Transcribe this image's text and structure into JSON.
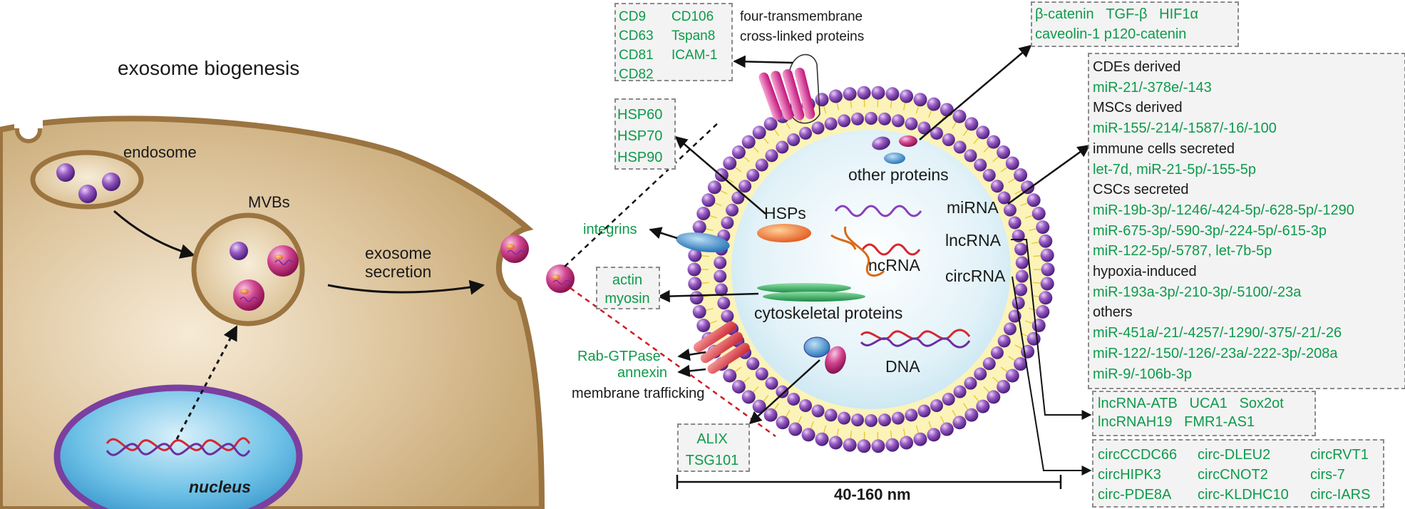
{
  "colors": {
    "accent_green": "#0e9a4b",
    "cell": "#c9a878",
    "membrane_blue": "#3a2a8c",
    "nucleus": "#4aa8d8",
    "nucleus_ring": "#7b3fa0"
  },
  "left": {
    "title": "exosome biogenesis",
    "endosome": "endosome",
    "mvbs": "MVBs",
    "secretion": "exosome\nsecretion",
    "nucleus": "nucleus"
  },
  "tetraspanins": {
    "col1": [
      "CD9",
      "CD63",
      "CD81",
      "CD82"
    ],
    "col2": [
      "CD106",
      "Tspan8",
      "ICAM-1"
    ],
    "label": "four-transmembrane\ncross-linked proteins"
  },
  "top_right_proteins": {
    "row1": [
      "β-catenin",
      "TGF-β",
      "HIF1α"
    ],
    "row2": [
      "caveolin-1",
      "p120-catenin"
    ]
  },
  "hsp_box": [
    "HSP60",
    "HSP70",
    "HSP90"
  ],
  "integrins": "integrins",
  "actin_box": [
    "actin",
    "myosin"
  ],
  "trafficking": {
    "rab": "Rab-GTPase",
    "annexin": "annexin",
    "label": "membrane trafficking"
  },
  "alix_box": [
    "ALIX",
    "TSG101"
  ],
  "inside": {
    "other_proteins": "other proteins",
    "hsps": "HSPs",
    "mirna": "miRNA",
    "ncrna": "ncRNA",
    "lncrna": "lncRNA",
    "circrna": "circRNA",
    "cytoskeletal": "cytoskeletal proteins",
    "dna": "DNA"
  },
  "size": "40-160 nm",
  "mirna_panel": [
    {
      "kind": "h",
      "text": "CDEs derived"
    },
    {
      "kind": "g",
      "text": "miR-21/-378e/-143"
    },
    {
      "kind": "h",
      "text": "MSCs derived"
    },
    {
      "kind": "g",
      "text": "miR-155/-214/-1587/-16/-100"
    },
    {
      "kind": "h",
      "text": "immune cells secreted"
    },
    {
      "kind": "g",
      "text": "let-7d, miR-21-5p/-155-5p"
    },
    {
      "kind": "h",
      "text": "CSCs secreted"
    },
    {
      "kind": "g",
      "text": "miR-19b-3p/-1246/-424-5p/-628-5p/-1290"
    },
    {
      "kind": "g",
      "text": "miR-675-3p/-590-3p/-224-5p/-615-3p"
    },
    {
      "kind": "g",
      "text": "miR-122-5p/-5787, let-7b-5p"
    },
    {
      "kind": "h",
      "text": "hypoxia-induced"
    },
    {
      "kind": "g",
      "text": "miR-193a-3p/-210-3p/-5100/-23a"
    },
    {
      "kind": "h",
      "text": "others"
    },
    {
      "kind": "g",
      "text": "miR-451a/-21/-4257/-1290/-375/-21/-26"
    },
    {
      "kind": "g",
      "text": "miR-122/-150/-126/-23a/-222-3p/-208a"
    },
    {
      "kind": "g",
      "text": "miR-9/-106b-3p"
    }
  ],
  "lncrna_box": {
    "row1": [
      "lncRNA-ATB",
      "UCA1",
      "Sox2ot"
    ],
    "row2": [
      "lncRNAH19",
      "FMR1-AS1"
    ]
  },
  "circrna_box": {
    "col1": [
      "circCCDC66",
      "circHIPK3",
      "circ-PDE8A"
    ],
    "col2": [
      "circ-DLEU2",
      "circCNOT2",
      "circ-KLDHC10"
    ],
    "col3": [
      "circRVT1",
      "cirs-7",
      "circ-IARS"
    ]
  }
}
